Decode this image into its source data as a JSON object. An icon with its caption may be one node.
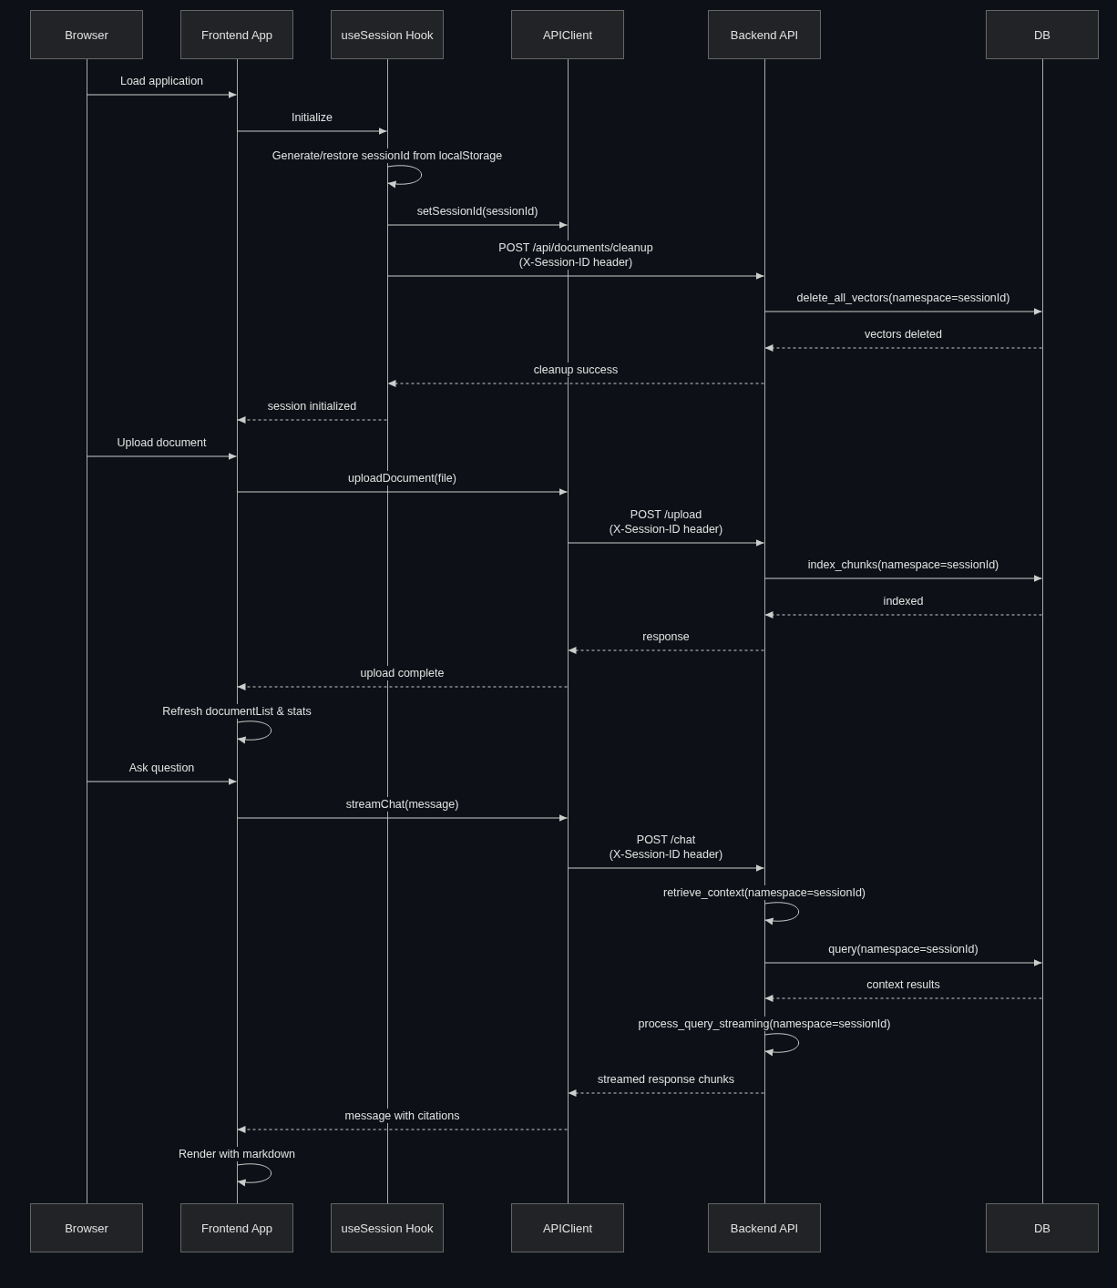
{
  "diagram": {
    "nodes": [
      {
        "text": [
          "Browser"
        ]
      },
      {
        "text": [
          "Frontend App"
        ]
      },
      {
        "text": [
          "useSession Hook"
        ]
      },
      {
        "text": [
          "APIClient"
        ]
      },
      {
        "text": [
          "Backend API"
        ]
      },
      {
        "text": [
          "DB"
        ]
      },
      {
        "text": [],
        "shape": "bar"
      },
      {
        "text": [],
        "shape": "bar"
      },
      {
        "text": [],
        "shape": "bar"
      },
      {
        "text": [],
        "shape": "bar"
      },
      {
        "text": [],
        "shape": "bar"
      },
      {
        "text": [],
        "shape": "bar"
      },
      {
        "text": [
          "Browser"
        ]
      },
      {
        "text": [
          "Frontend App"
        ]
      },
      {
        "text": [
          "useSession Hook"
        ]
      },
      {
        "text": [
          "APIClient"
        ]
      },
      {
        "text": [
          "Backend API"
        ]
      },
      {
        "text": [
          "DB"
        ]
      }
    ],
    "edges": [
      {
        "from": 6,
        "to": 7,
        "arrow": "to",
        "label": "Load application"
      },
      {
        "from": 7,
        "to": 8,
        "arrow": "to",
        "label": "Initialize"
      },
      {
        "from": 8,
        "to": 8,
        "arrow": "to",
        "label": "Generate/restore sessionId from localStorage"
      },
      {
        "from": 8,
        "to": 9,
        "arrow": "to",
        "label": "setSessionId(sessionId)"
      },
      {
        "from": 8,
        "to": 10,
        "arrow": "to",
        "label": "POST /api/documents/cleanup (X-Session-ID header)"
      },
      {
        "from": 10,
        "to": 11,
        "arrow": "to",
        "label": "delete_all_vectors(namespace=sessionId)"
      },
      {
        "from": 11,
        "to": 10,
        "arrow": "to",
        "label": "vectors deleted",
        "style": "dashed"
      },
      {
        "from": 10,
        "to": 8,
        "arrow": "to",
        "label": "cleanup success",
        "style": "dashed"
      },
      {
        "from": 8,
        "to": 7,
        "arrow": "to",
        "label": "session initialized",
        "style": "dashed"
      },
      {
        "from": 6,
        "to": 7,
        "arrow": "to",
        "label": "Upload document"
      },
      {
        "from": 7,
        "to": 9,
        "arrow": "to",
        "label": "uploadDocument(file)"
      },
      {
        "from": 9,
        "to": 10,
        "arrow": "to",
        "label": "POST /upload (X-Session-ID header)"
      },
      {
        "from": 10,
        "to": 11,
        "arrow": "to",
        "label": "index_chunks(namespace=sessionId)"
      },
      {
        "from": 11,
        "to": 10,
        "arrow": "to",
        "label": "indexed",
        "style": "dashed"
      },
      {
        "from": 10,
        "to": 9,
        "arrow": "to",
        "label": "response",
        "style": "dashed"
      },
      {
        "from": 9,
        "to": 7,
        "arrow": "to",
        "label": "upload complete",
        "style": "dashed"
      },
      {
        "from": 7,
        "to": 7,
        "arrow": "to",
        "label": "Refresh documentList & stats"
      },
      {
        "from": 6,
        "to": 7,
        "arrow": "to",
        "label": "Ask question"
      },
      {
        "from": 7,
        "to": 9,
        "arrow": "to",
        "label": "streamChat(message)"
      },
      {
        "from": 9,
        "to": 10,
        "arrow": "to",
        "label": "POST /chat (X-Session-ID header)"
      },
      {
        "from": 10,
        "to": 10,
        "arrow": "to",
        "label": "retrieve_context(namespace=sessionId)"
      },
      {
        "from": 10,
        "to": 11,
        "arrow": "to",
        "label": "query(namespace=sessionId)"
      },
      {
        "from": 11,
        "to": 10,
        "arrow": "to",
        "label": "context results",
        "style": "dashed"
      },
      {
        "from": 10,
        "to": 10,
        "arrow": "to",
        "label": "process_query_streaming(namespace=sessionId)"
      },
      {
        "from": 10,
        "to": 9,
        "arrow": "to",
        "label": "streamed response chunks",
        "style": "dashed"
      },
      {
        "from": 9,
        "to": 7,
        "arrow": "to",
        "label": "message with citations",
        "style": "dashed"
      },
      {
        "from": 7,
        "to": 7,
        "arrow": "to",
        "label": "Render with markdown"
      }
    ]
  }
}
